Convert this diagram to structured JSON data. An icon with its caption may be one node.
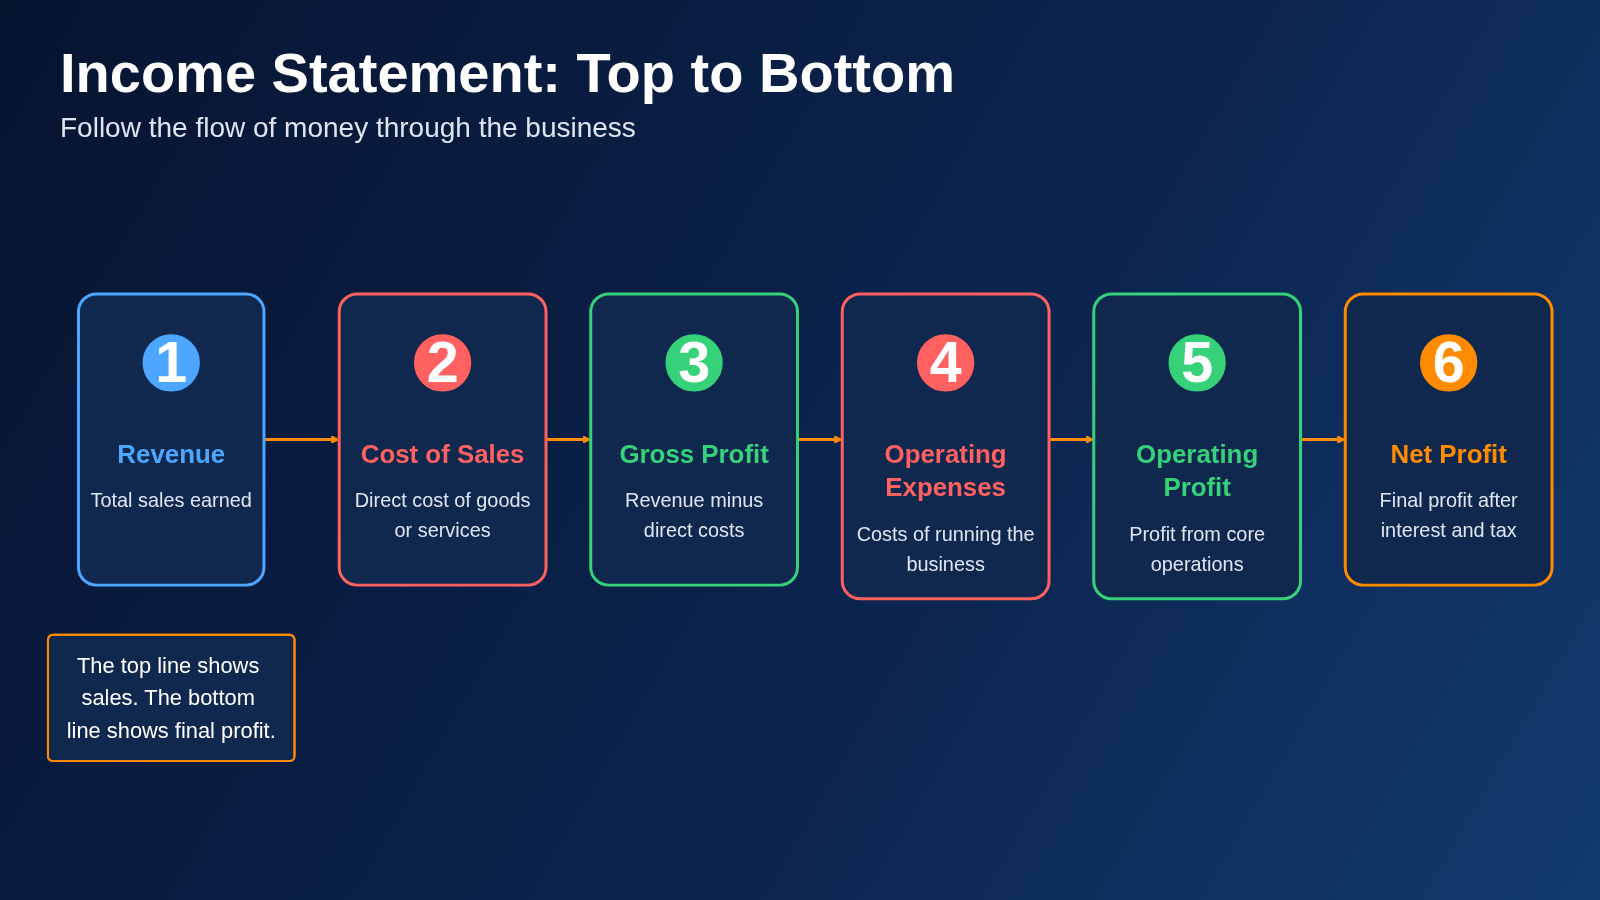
{
  "diagram": {
    "title": "Income Statement: Top to Bottom",
    "nodes": [
      {
        "text": [
          "Revenue",
          "Total sales earned"
        ]
      },
      {
        "text": [
          "1"
        ],
        "in": 0
      },
      {
        "text": [
          "Cost of Sales",
          "Direct cost of goods or services"
        ]
      },
      {
        "text": [
          "2"
        ],
        "in": 2
      },
      {
        "text": [
          "Gross Profit",
          "Revenue minus direct costs"
        ]
      },
      {
        "text": [
          "3"
        ],
        "in": 4
      },
      {
        "text": [
          "Operating Expenses",
          "Costs of running the business"
        ]
      },
      {
        "text": [
          "4"
        ],
        "in": 6
      },
      {
        "text": [
          "Operating Profit",
          "Profit from core operations"
        ]
      },
      {
        "text": [
          "5"
        ],
        "in": 8
      },
      {
        "text": [
          "Net Profit",
          "Final profit after interest and tax"
        ]
      },
      {
        "text": [
          "6"
        ],
        "in": 10
      },
      {
        "text": [
          "The top line shows sales. The bottom line shows final profit."
        ]
      }
    ],
    "edges": [
      {
        "from": 0,
        "to": 2,
        "arrow": "to"
      },
      {
        "from": 2,
        "to": 4,
        "arrow": "to"
      },
      {
        "from": 4,
        "to": 6,
        "arrow": "to"
      },
      {
        "from": 6,
        "to": 8,
        "arrow": "to"
      },
      {
        "from": 8,
        "to": 10,
        "arrow": "to"
      }
    ],
    "labels": [
      "Follow the flow of money through the business"
    ]
  }
}
